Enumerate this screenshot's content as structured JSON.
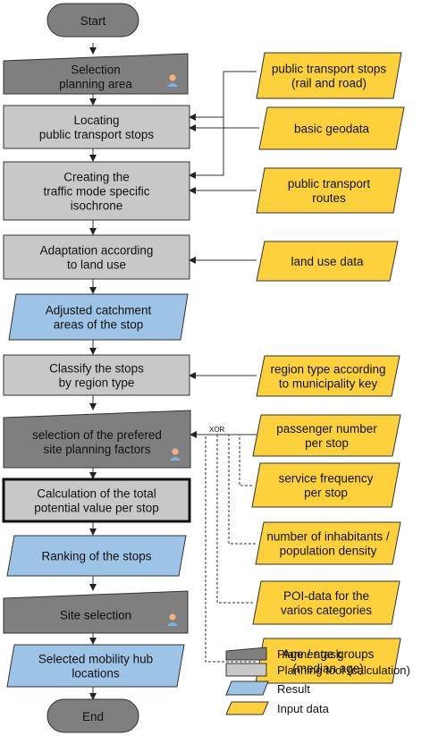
{
  "flow": {
    "start": "Start",
    "end": "End",
    "steps": [
      {
        "lines": [
          "Selection",
          "planning area"
        ],
        "kind": "planner",
        "person_icon": true
      },
      {
        "lines": [
          "Locating",
          "public transport stops"
        ],
        "kind": "tool"
      },
      {
        "lines": [
          "Creating the",
          "traffic mode specific",
          "isochrone"
        ],
        "kind": "tool"
      },
      {
        "lines": [
          "Adaptation according",
          "to land use"
        ],
        "kind": "tool"
      },
      {
        "lines": [
          "Adjusted catchment",
          "areas of the stop"
        ],
        "kind": "result"
      },
      {
        "lines": [
          "Classify the stops",
          "by region type"
        ],
        "kind": "tool"
      },
      {
        "lines": [
          "selection of the prefered",
          "site planning factors"
        ],
        "kind": "planner",
        "person_icon": true
      },
      {
        "lines": [
          "Calculation of the total",
          "potential value per stop"
        ],
        "kind": "tool",
        "bold_border": true
      },
      {
        "lines": [
          "Ranking of the stops"
        ],
        "kind": "result"
      },
      {
        "lines": [
          "Site selection"
        ],
        "kind": "planner",
        "person_icon": true
      },
      {
        "lines": [
          "Selected mobility hub",
          "locations"
        ],
        "kind": "result"
      }
    ]
  },
  "inputs": [
    {
      "lines": [
        "public transport stops",
        "(rail and road)"
      ]
    },
    {
      "lines": [
        "basic geodata"
      ]
    },
    {
      "lines": [
        "public transport",
        "routes"
      ]
    },
    {
      "lines": [
        "land use data"
      ]
    },
    {
      "lines": [
        "region type according",
        "to municipality key"
      ]
    },
    {
      "lines": [
        "passenger number",
        "per stop"
      ]
    },
    {
      "lines": [
        "service frequency",
        "per stop"
      ]
    },
    {
      "lines": [
        "number of inhabitants /",
        "population density"
      ]
    },
    {
      "lines": [
        "POI-data for the",
        "varios categories"
      ]
    },
    {
      "lines": [
        "Age / age groups",
        "(median age)"
      ]
    }
  ],
  "xor_label": "XOR",
  "legend": {
    "planner": "Planner task",
    "tool": "Planning tool (calculation)",
    "result": "Result",
    "input": "Input data"
  },
  "colors": {
    "planner": "#7f7f7f",
    "tool": "#c8c8c8",
    "result": "#9dc3e6",
    "input": "#fdd13b",
    "terminal": "#7f7f7f",
    "stroke": "#333333",
    "person_head": "#f2b084",
    "person_body": "#7fb2e0"
  }
}
